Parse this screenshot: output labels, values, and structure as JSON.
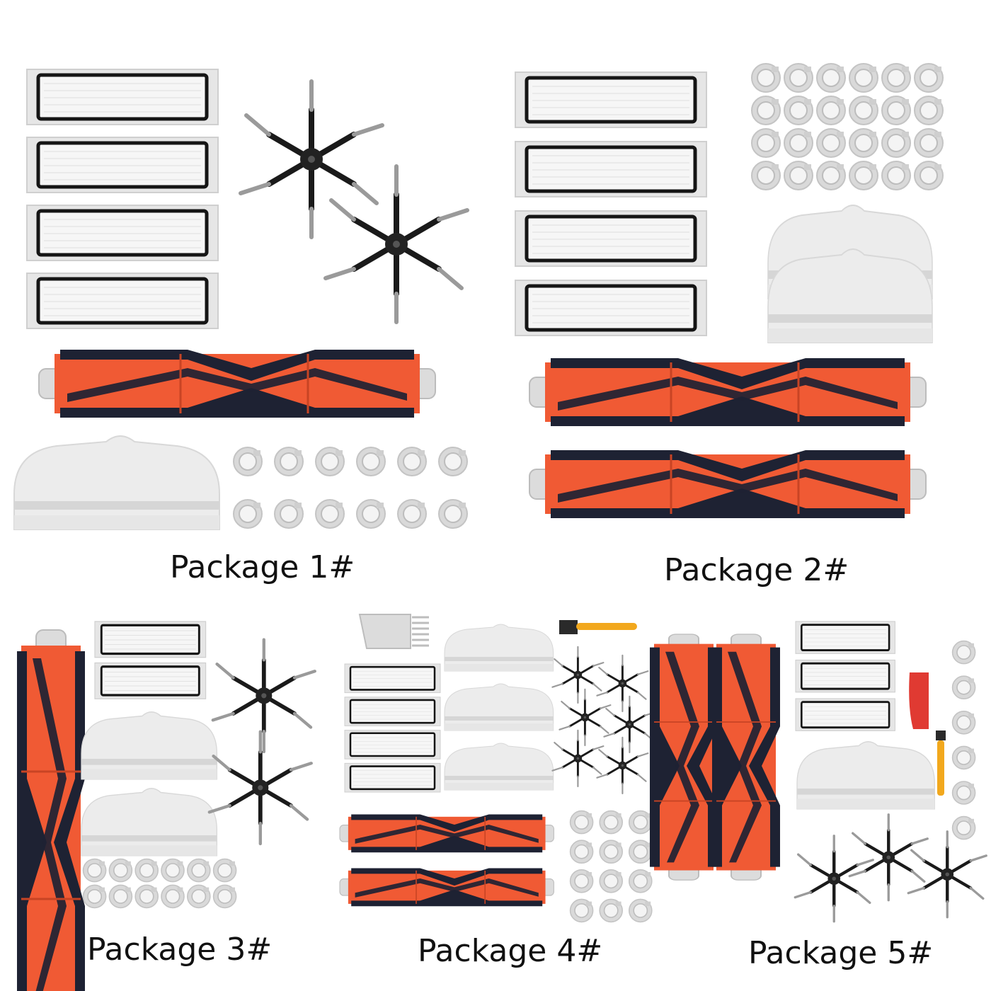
{
  "packages": [
    {
      "label": "Package 1#"
    },
    {
      "label": "Package 2#"
    },
    {
      "label": "Package 3#"
    },
    {
      "label": "Package 4#"
    },
    {
      "label": "Package 5#"
    }
  ],
  "colors": {
    "background": "#ffffff",
    "brush_orange": "#f05a34",
    "bristle_dark": "#1e2233",
    "filter_frame": "#e6e6e6",
    "filter_black": "#151515",
    "mop_white": "#ececec",
    "wheel_grey": "#d9d9d9",
    "arm_black": "#1a1a1a",
    "tool_yellow": "#f2a81d",
    "tool_red": "#e03a32"
  },
  "icons": [
    "hepa-filter-icon",
    "side-brush-icon",
    "main-brush-icon",
    "mop-cloth-icon",
    "water-tank-filter-icon",
    "cleaning-tool-icon"
  ]
}
